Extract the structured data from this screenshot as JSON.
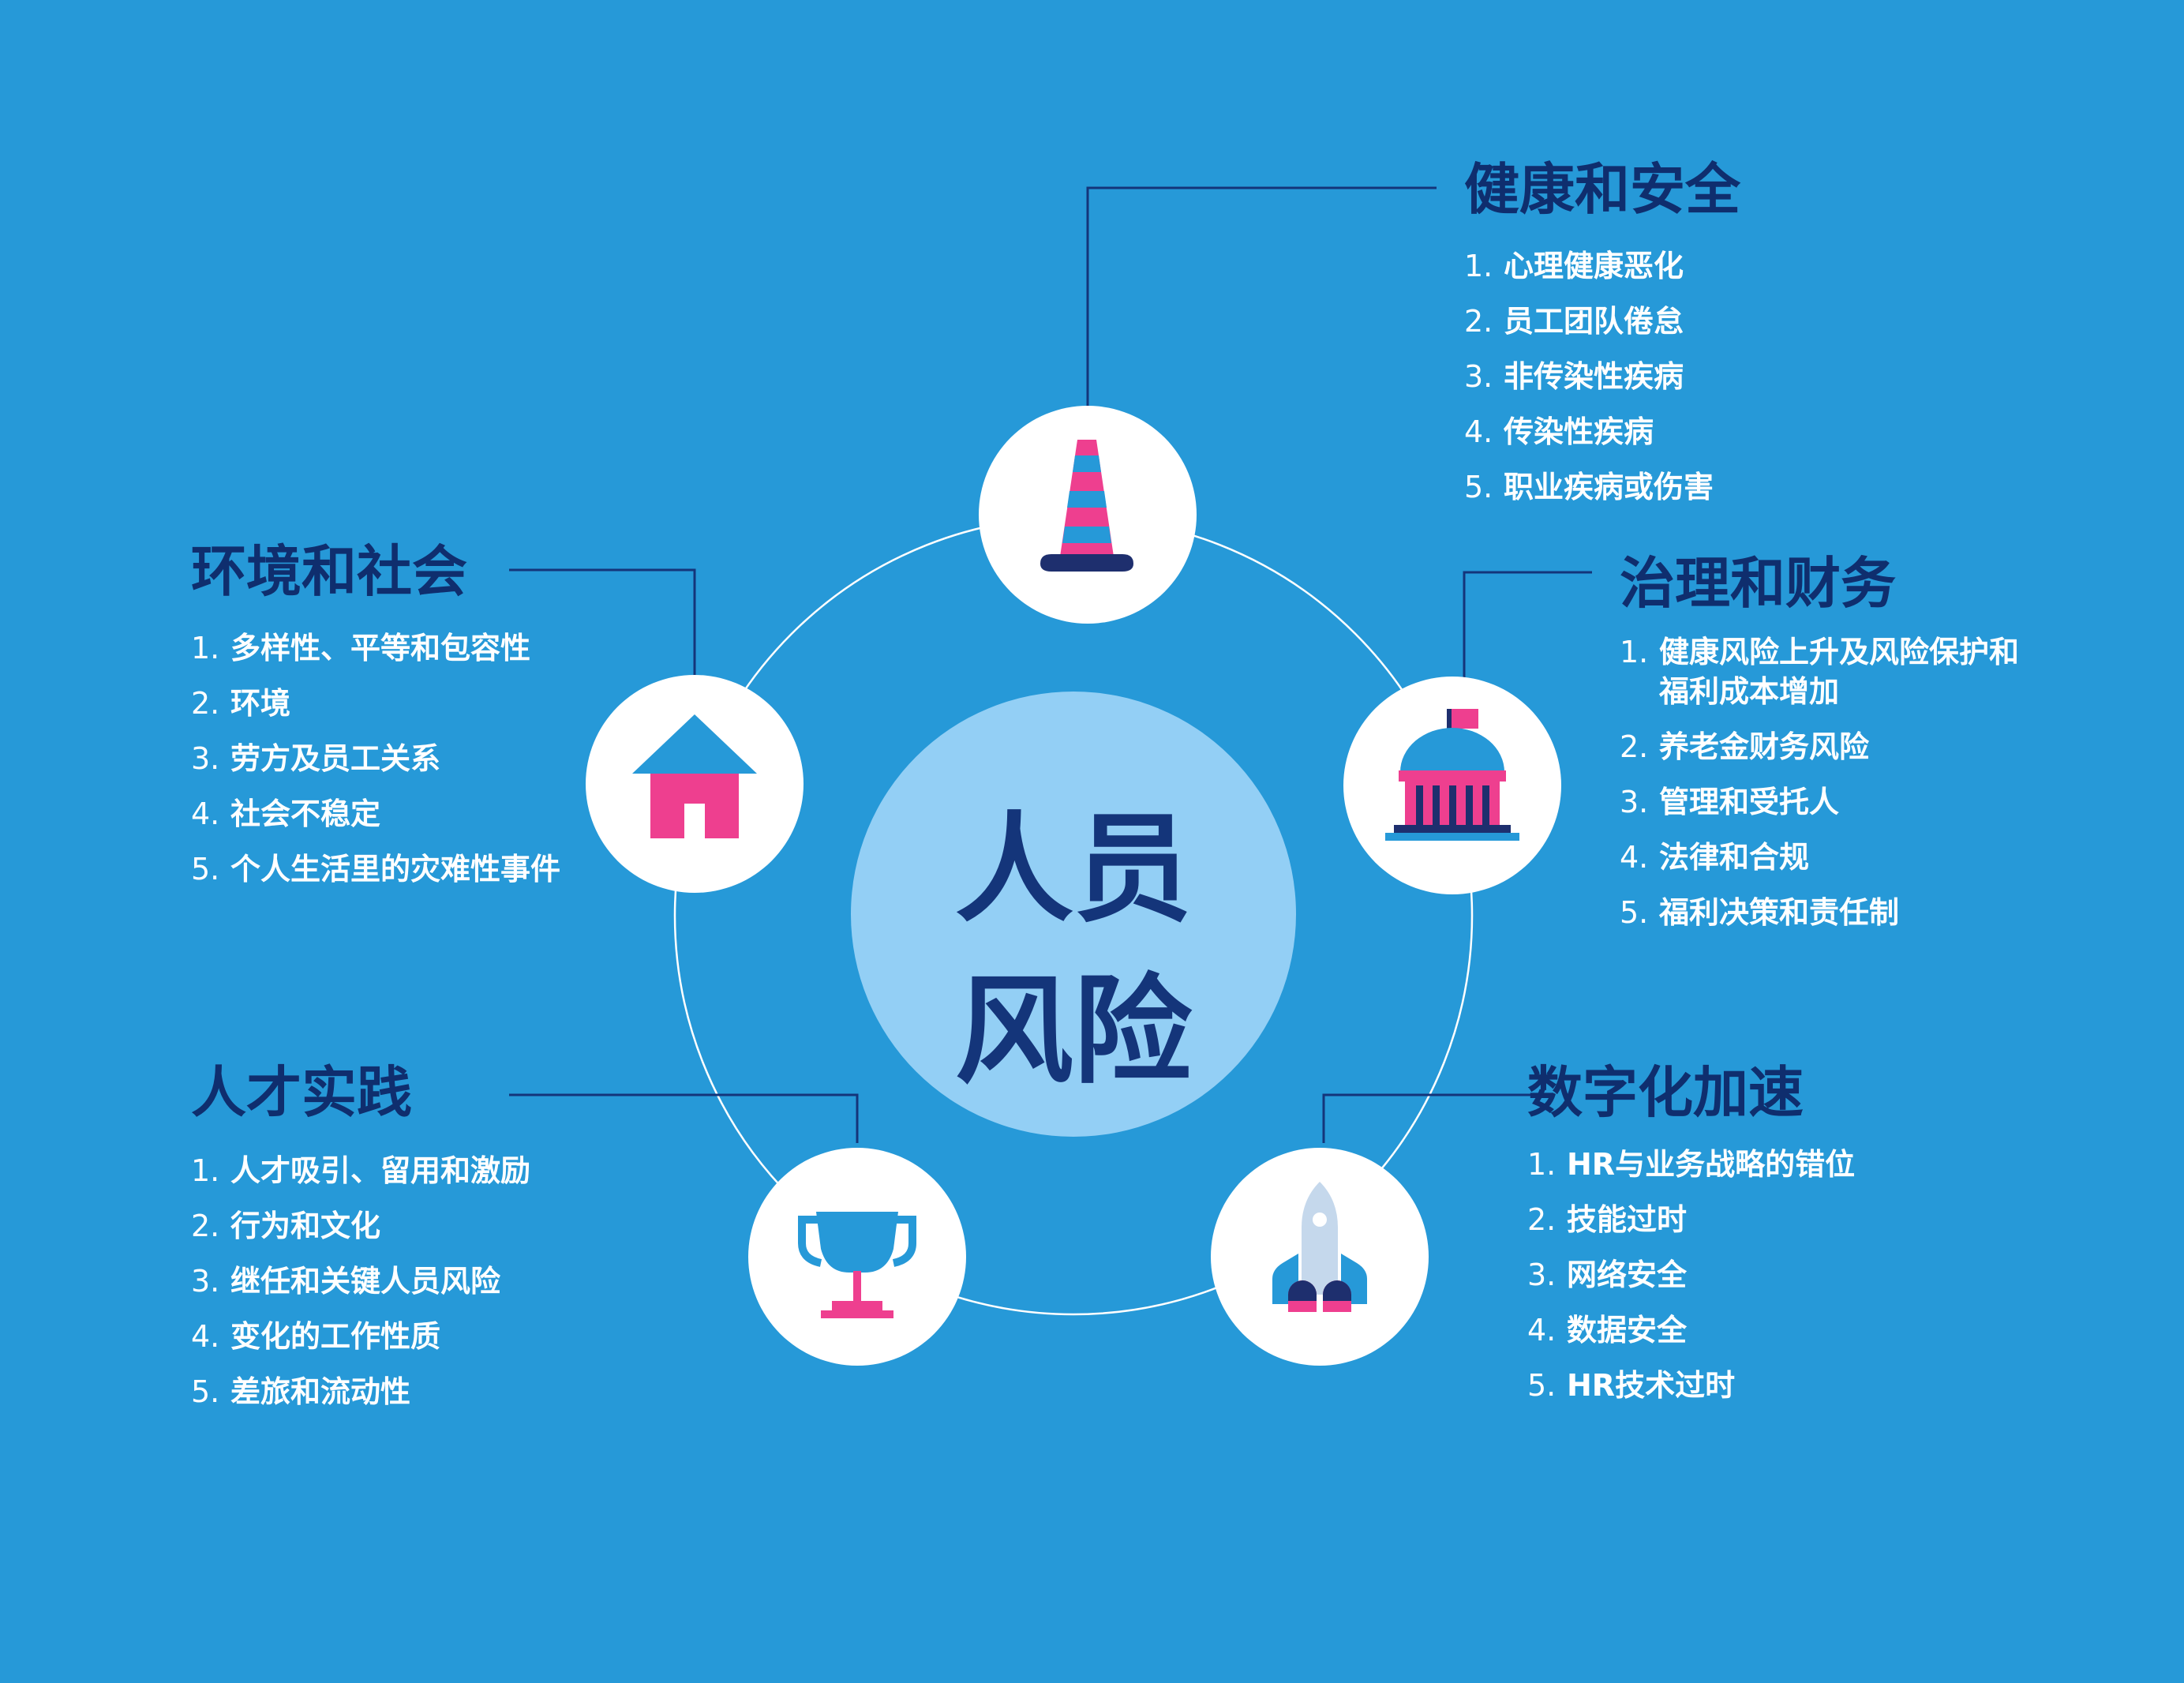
{
  "center": {
    "line1": "人员",
    "line2": "风险"
  },
  "colors": {
    "background": "#2699d8",
    "heading": "#0f2e6e",
    "center_disc": "#93cff5",
    "node_disc": "#ffffff",
    "accent_pink": "#ee3f8f",
    "accent_blue": "#2699d8",
    "accent_navy": "#1e2f6e",
    "accent_light": "#c5d8ec"
  },
  "sections": {
    "health": {
      "title": "健康和安全",
      "icon": "traffic-cone-icon",
      "items": [
        {
          "num": "1.",
          "text": "心理健康恶化"
        },
        {
          "num": "2.",
          "text": "员工团队倦怠"
        },
        {
          "num": "3.",
          "text": "非传染性疾病"
        },
        {
          "num": "4.",
          "text": "传染性疾病"
        },
        {
          "num": "5.",
          "text": "职业疾病或伤害"
        }
      ]
    },
    "governance": {
      "title": "治理和财务",
      "icon": "capitol-building-icon",
      "items": [
        {
          "num": "1.",
          "text": "健康风险上升及风险保护和福利成本增加"
        },
        {
          "num": "2.",
          "text": "养老金财务风险"
        },
        {
          "num": "3.",
          "text": "管理和受托人"
        },
        {
          "num": "4.",
          "text": "法律和合规"
        },
        {
          "num": "5.",
          "text": "福利决策和责任制"
        }
      ]
    },
    "digital": {
      "title": "数字化加速",
      "icon": "rocket-icon",
      "items": [
        {
          "num": "1.",
          "text": "HR与业务战略的错位"
        },
        {
          "num": "2.",
          "text": "技能过时"
        },
        {
          "num": "3.",
          "text": "网络安全"
        },
        {
          "num": "4.",
          "text": "数据安全"
        },
        {
          "num": "5.",
          "text": "HR技术过时"
        }
      ]
    },
    "talent": {
      "title": "人才实践",
      "icon": "trophy-icon",
      "items": [
        {
          "num": "1.",
          "text": "人才吸引、留用和激励"
        },
        {
          "num": "2.",
          "text": "行为和文化"
        },
        {
          "num": "3.",
          "text": "继任和关键人员风险"
        },
        {
          "num": "4.",
          "text": "变化的工作性质"
        },
        {
          "num": "5.",
          "text": "差旅和流动性"
        }
      ]
    },
    "environment": {
      "title": "环境和社会",
      "icon": "house-icon",
      "items": [
        {
          "num": "1.",
          "text": "多样性、平等和包容性"
        },
        {
          "num": "2.",
          "text": "环境"
        },
        {
          "num": "3.",
          "text": "劳方及员工关系"
        },
        {
          "num": "4.",
          "text": "社会不稳定"
        },
        {
          "num": "5.",
          "text": "个人生活里的灾难性事件"
        }
      ]
    }
  }
}
